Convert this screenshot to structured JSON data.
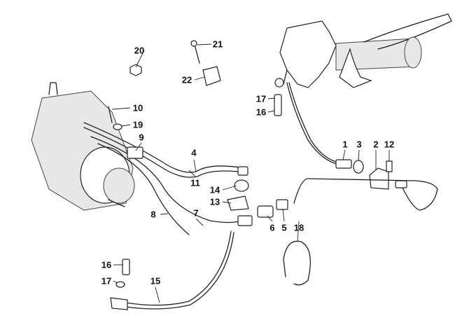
{
  "diagram": {
    "title": "Clutch hydraulic line parts diagram",
    "labels": [
      "20",
      "21",
      "22",
      "10",
      "19",
      "9",
      "4",
      "11",
      "14",
      "13",
      "8",
      "7",
      "17",
      "16",
      "1",
      "3",
      "2",
      "12",
      "6",
      "5",
      "18",
      "16",
      "17",
      "15"
    ]
  }
}
